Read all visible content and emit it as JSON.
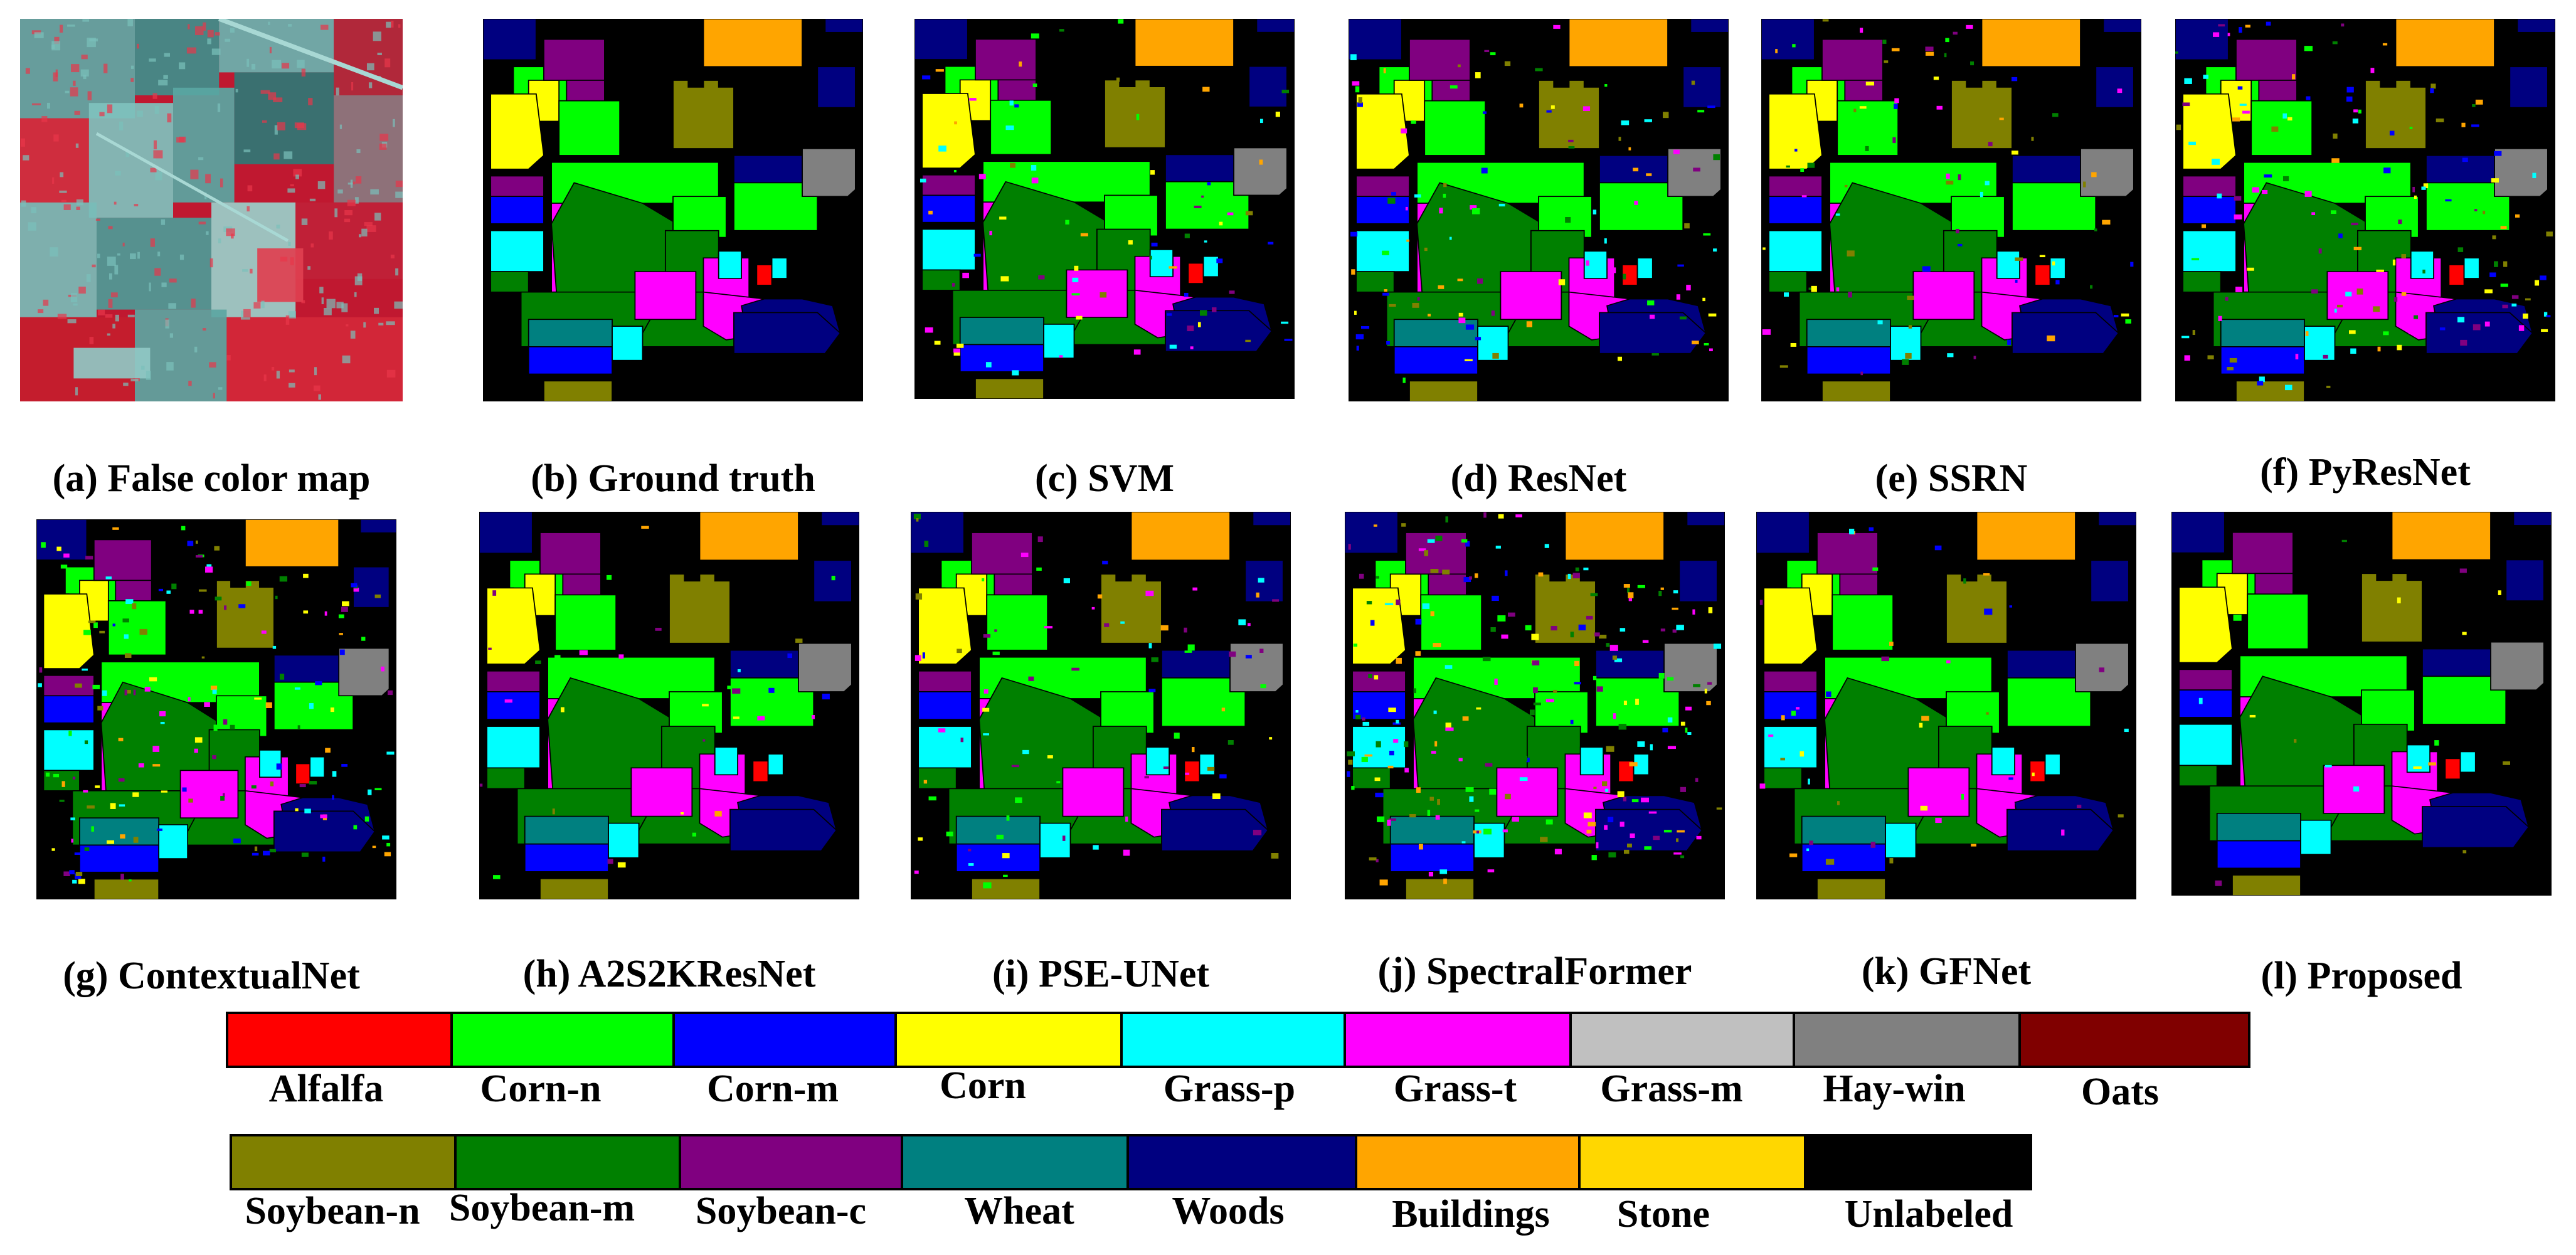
{
  "figure": {
    "panels": [
      {
        "caption": "(a) False color map",
        "type": "false-color"
      },
      {
        "caption": "(b) Ground truth",
        "type": "classmap",
        "noise": 0
      },
      {
        "caption": "(c) SVM",
        "type": "classmap",
        "noise": 0.1
      },
      {
        "caption": "(d) ResNet",
        "type": "classmap",
        "noise": 0.14
      },
      {
        "caption": "(e) SSRN",
        "type": "classmap",
        "noise": 0.1
      },
      {
        "caption": "(f) PyResNet",
        "type": "classmap",
        "noise": 0.18
      },
      {
        "caption": "(g) ContextualNet",
        "type": "classmap",
        "noise": 0.2
      },
      {
        "caption": "(h) A2S2KResNet",
        "type": "classmap",
        "noise": 0.04
      },
      {
        "caption": "(i) PSE-UNet",
        "type": "classmap",
        "noise": 0.1
      },
      {
        "caption": "(j) SpectralFormer",
        "type": "classmap",
        "noise": 0.28
      },
      {
        "caption": "(k) GFNet",
        "type": "classmap",
        "noise": 0.06
      },
      {
        "caption": "(l) Proposed",
        "type": "classmap",
        "noise": 0.02
      }
    ]
  },
  "legend": {
    "row1": [
      {
        "label": "Alfalfa",
        "color": "#ff0000"
      },
      {
        "label": "Corn-n",
        "color": "#00ff00"
      },
      {
        "label": "Corn-m",
        "color": "#0000ff"
      },
      {
        "label": "Corn",
        "color": "#ffff00"
      },
      {
        "label": "Grass-p",
        "color": "#00ffff"
      },
      {
        "label": "Grass-t",
        "color": "#ff00ff"
      },
      {
        "label": "Grass-m",
        "color": "#c0c0c0"
      },
      {
        "label": "Hay-win",
        "color": "#808080"
      },
      {
        "label": "Oats",
        "color": "#800000"
      }
    ],
    "row2": [
      {
        "label": "Soybean-n",
        "color": "#808000"
      },
      {
        "label": "Soybean-m",
        "color": "#008000"
      },
      {
        "label": "Soybean-c",
        "color": "#800080"
      },
      {
        "label": "Wheat",
        "color": "#008080"
      },
      {
        "label": "Woods",
        "color": "#000080"
      },
      {
        "label": "Buildings",
        "color": "#ffa500"
      },
      {
        "label": "Stone",
        "color": "#ffd700"
      },
      {
        "label": "Unlabeled",
        "color": "#000000"
      }
    ]
  }
}
